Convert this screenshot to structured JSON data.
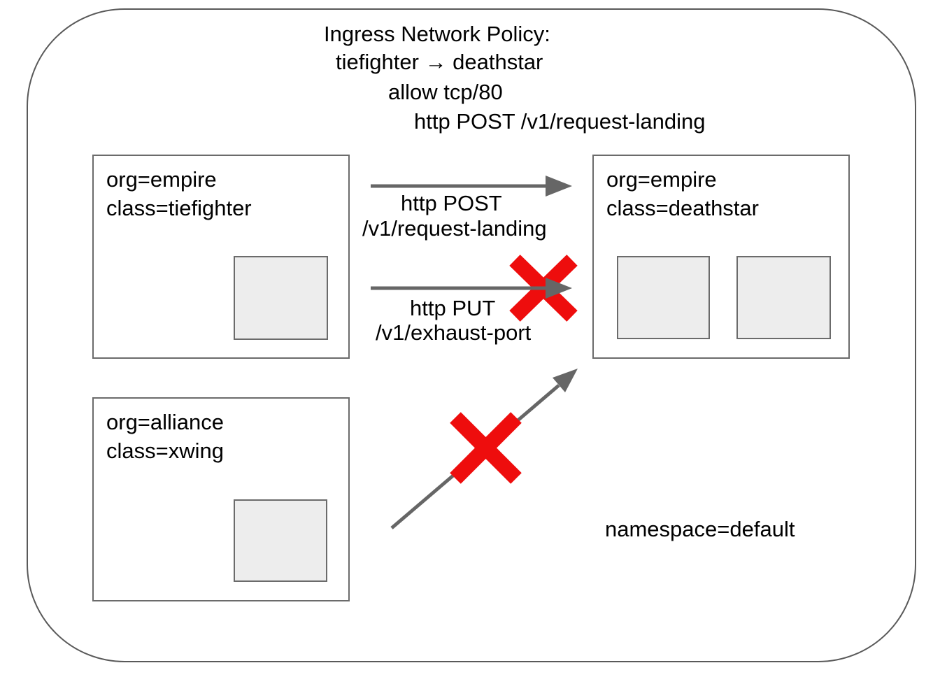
{
  "colors": {
    "arrow": "#666666",
    "blocked_x": "#ee0d0d",
    "node_border": "#6b6b6b",
    "pod_fill": "#ededed",
    "namespace_border": "#595959",
    "text": "#000000"
  },
  "title": {
    "line1": "Ingress Network Policy:",
    "line2": "tiefighter → deathstar",
    "line3": "allow tcp/80",
    "line4": "http POST /v1/request-landing"
  },
  "nodes": {
    "tiefighter": {
      "label_line1": "org=empire",
      "label_line2": "class=tiefighter",
      "pod_count": 1
    },
    "deathstar": {
      "label_line1": "org=empire",
      "label_line2": "class=deathstar",
      "pod_count": 2
    },
    "xwing": {
      "label_line1": "org=alliance",
      "label_line2": "class=xwing",
      "pod_count": 1
    }
  },
  "edges": {
    "post": {
      "line1": "http POST",
      "line2": "/v1/request-landing",
      "status": "allowed"
    },
    "put": {
      "line1": "http PUT",
      "line2": "/v1/exhaust-port",
      "status": "blocked"
    },
    "xwing_to_deathstar": {
      "status": "blocked"
    }
  },
  "namespace": {
    "label": "namespace=default"
  }
}
